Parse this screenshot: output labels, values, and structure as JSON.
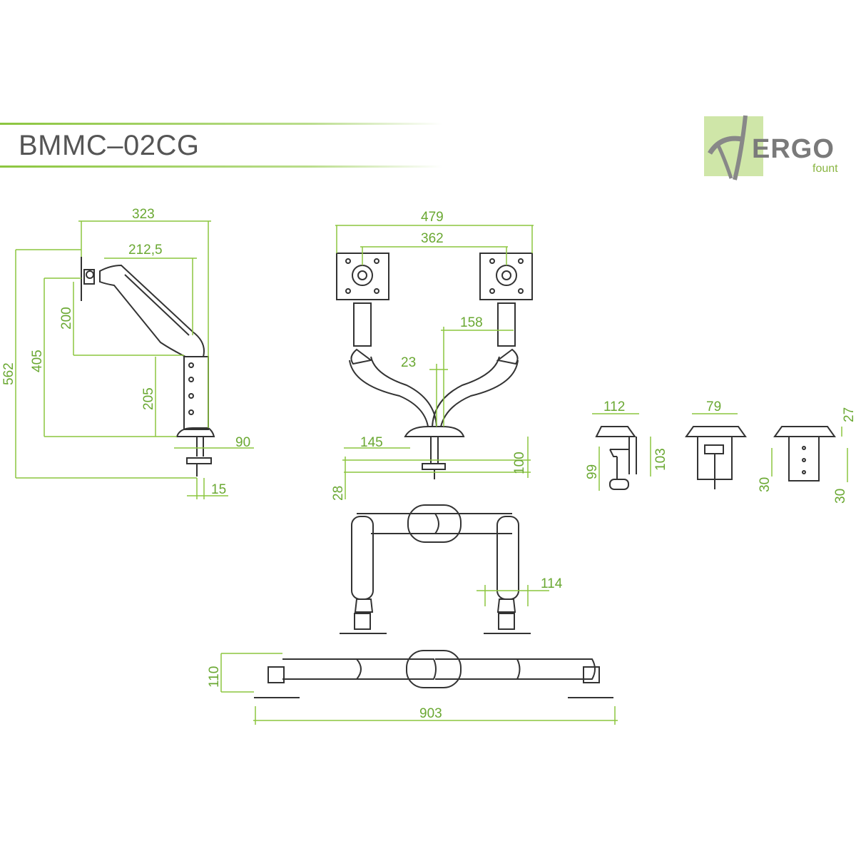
{
  "header": {
    "model": "BMMC–02CG",
    "accent": "#8cc63f",
    "line_color": "#333333"
  },
  "logo": {
    "word": "ERGO",
    "sub": "fount",
    "icon": "ergo-swoosh-icon",
    "box_color": "#cfe6a8"
  },
  "dimensions": {
    "side_view": {
      "reach_total": "323",
      "reach_mid": "212,5",
      "height_total": "562",
      "height_mid": "405",
      "arm_rise": "200",
      "pole_height": "205",
      "base_width": "90",
      "clamp_thickness": "15"
    },
    "front_view": {
      "width_total": "479",
      "vesa_spacing": "362",
      "offset_158": "158",
      "offset_23": "23",
      "base_145": "145",
      "height_100": "100",
      "height_28": "28"
    },
    "clamp_views": {
      "clamp_width": "112",
      "clamp_depth": "99",
      "clamp_height": "103",
      "grommet_width": "79",
      "top_plate": "27",
      "slot_left": "30",
      "slot_right": "30"
    },
    "top_view": {
      "arm_offset": "114",
      "depth": "110",
      "span_total": "903"
    }
  }
}
